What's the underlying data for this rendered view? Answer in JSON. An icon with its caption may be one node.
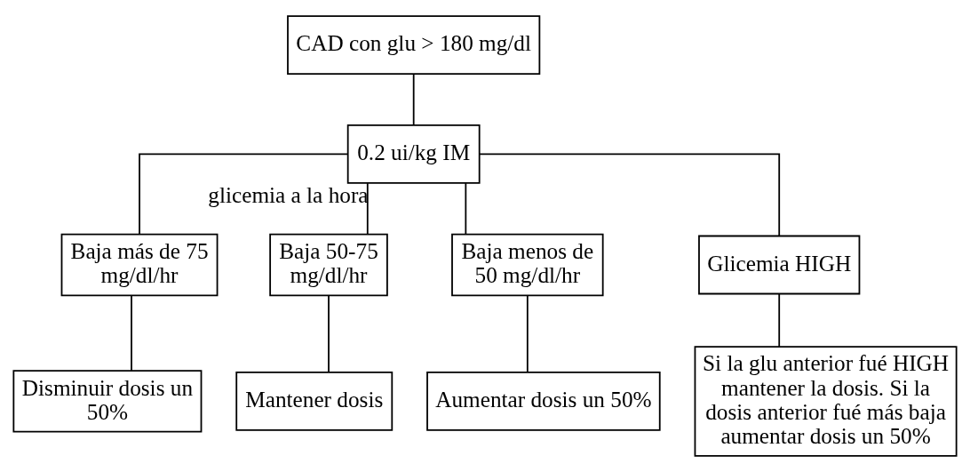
{
  "diagram": {
    "nodes": [
      {
        "text": [
          "CAD con glu > 180 mg/dl"
        ]
      },
      {
        "text": [
          "0.2 ui/kg IM"
        ]
      },
      {
        "text": [
          "Baja más de 75 mg/dl/hr"
        ]
      },
      {
        "text": [
          "Baja 50-75 mg/dl/hr"
        ]
      },
      {
        "text": [
          "Baja menos de 50 mg/dl/hr"
        ]
      },
      {
        "text": [
          "Glicemia HIGH"
        ]
      },
      {
        "text": [
          "Disminuir dosis un 50%"
        ]
      },
      {
        "text": [
          "Mantener dosis"
        ]
      },
      {
        "text": [
          "Aumentar dosis un 50%"
        ]
      },
      {
        "text": [
          "Si la glu anterior fué HIGH mantener la dosis. Si la dosis anterior fué más baja aumentar dosis un 50%"
        ]
      }
    ],
    "edges": [
      {
        "from": 0,
        "to": 1,
        "arrow": "none"
      },
      {
        "from": 1,
        "to": 2,
        "arrow": "none"
      },
      {
        "from": 1,
        "to": 3,
        "arrow": "none",
        "label": "glicemia a la hora"
      },
      {
        "from": 1,
        "to": 4,
        "arrow": "none"
      },
      {
        "from": 1,
        "to": 5,
        "arrow": "none"
      },
      {
        "from": 2,
        "to": 6,
        "arrow": "none"
      },
      {
        "from": 3,
        "to": 7,
        "arrow": "none"
      },
      {
        "from": 4,
        "to": 8,
        "arrow": "none"
      },
      {
        "from": 5,
        "to": 9,
        "arrow": "none"
      }
    ]
  }
}
